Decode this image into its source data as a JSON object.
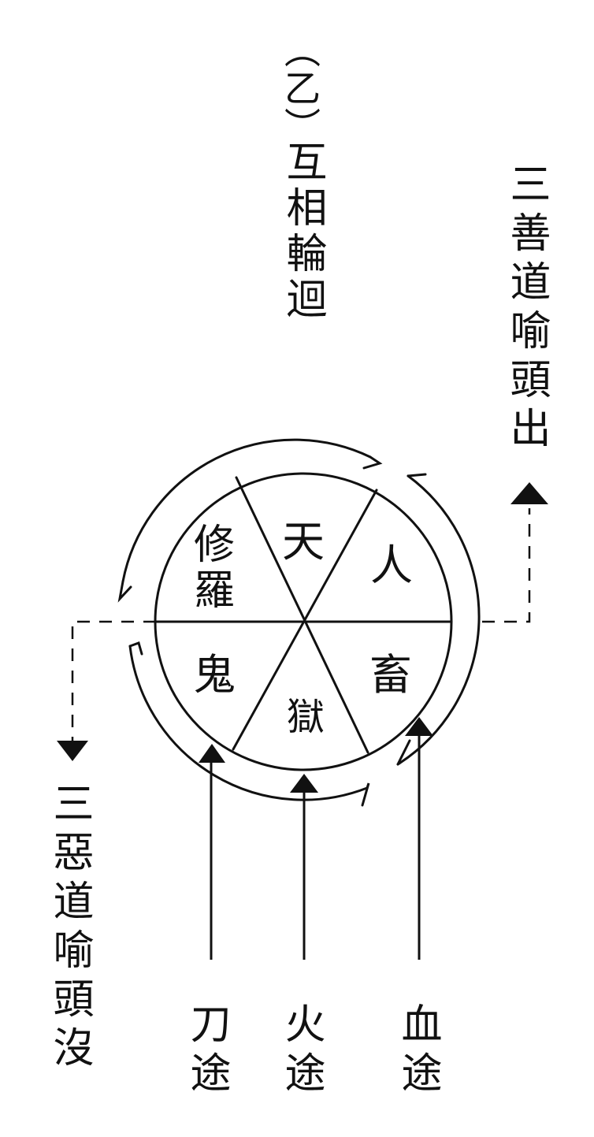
{
  "title": {
    "paren": "（乙）",
    "main": "互相輪迴"
  },
  "labels": {
    "good_paths": "三善道喻頭出",
    "evil_paths": "三惡道喻頭沒"
  },
  "realms": {
    "heaven": "天",
    "human": "人",
    "asura_1": "修",
    "asura_2": "羅",
    "ghost": "鬼",
    "animal": "畜",
    "hell": "獄"
  },
  "three_paths": {
    "sword": "刀途",
    "fire": "火途",
    "blood": "血途"
  },
  "colors": {
    "ink": "#111111",
    "background": "#ffffff"
  }
}
